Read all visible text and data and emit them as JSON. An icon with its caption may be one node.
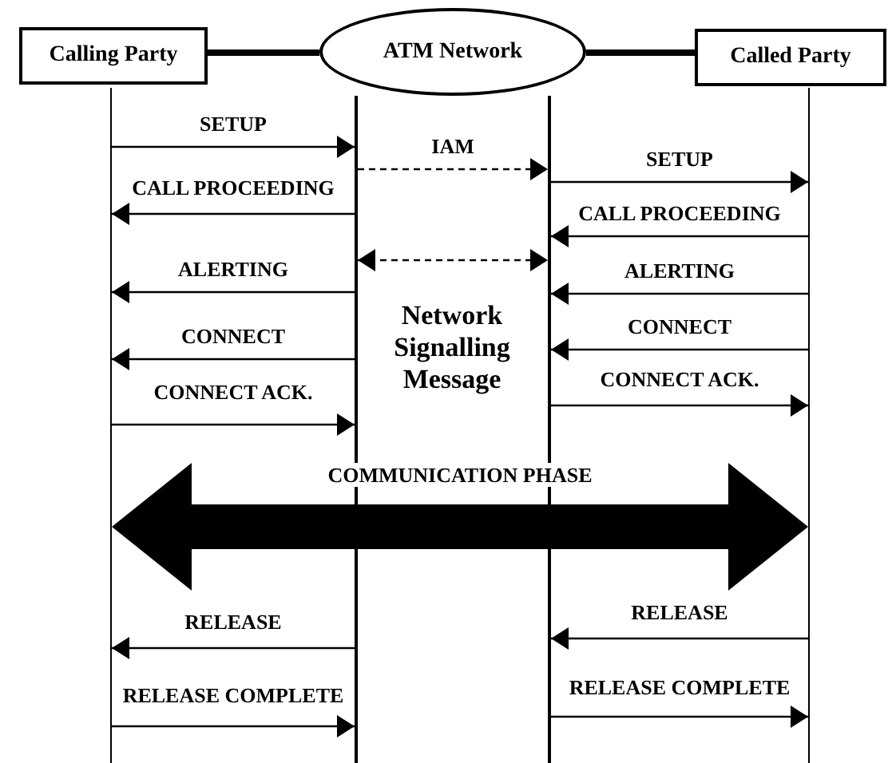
{
  "diagram": {
    "nodes": [
      {
        "text": [
          "Calling Party"
        ]
      },
      {
        "text": [
          "ATM Network"
        ]
      },
      {
        "text": [
          "Called Party"
        ]
      },
      {
        "text": [],
        "shape": "line"
      },
      {
        "text": [],
        "shape": "line"
      },
      {
        "text": [],
        "shape": "line"
      },
      {
        "text": [],
        "shape": "line"
      }
    ],
    "edges": [
      {
        "from": 0,
        "to": 1,
        "arrow": "none",
        "style": "thick"
      },
      {
        "from": 1,
        "to": 2,
        "arrow": "none",
        "style": "thick"
      },
      {
        "from": 3,
        "to": 4,
        "arrow": "to",
        "label": "SETUP"
      },
      {
        "from": 4,
        "to": 5,
        "arrow": "to",
        "label": "IAM",
        "style": "dashed"
      },
      {
        "from": 5,
        "to": 6,
        "arrow": "to",
        "label": "SETUP"
      },
      {
        "from": 4,
        "to": 3,
        "arrow": "to",
        "label": "CALL PROCEEDING"
      },
      {
        "from": 6,
        "to": 5,
        "arrow": "to",
        "label": "CALL PROCEEDING"
      },
      {
        "from": 4,
        "to": 5,
        "arrow": "both",
        "style": "dashed"
      },
      {
        "from": 4,
        "to": 3,
        "arrow": "to",
        "label": "ALERTING"
      },
      {
        "from": 6,
        "to": 5,
        "arrow": "to",
        "label": "ALERTING"
      },
      {
        "from": 4,
        "to": 3,
        "arrow": "to",
        "label": "CONNECT"
      },
      {
        "from": 6,
        "to": 5,
        "arrow": "to",
        "label": "CONNECT"
      },
      {
        "from": 3,
        "to": 4,
        "arrow": "to",
        "label": "CONNECT ACK."
      },
      {
        "from": 5,
        "to": 6,
        "arrow": "to",
        "label": "CONNECT ACK."
      },
      {
        "from": 3,
        "to": 6,
        "arrow": "both",
        "label": "COMMUNICATION PHASE",
        "style": "thick"
      },
      {
        "from": 4,
        "to": 3,
        "arrow": "to",
        "label": "RELEASE"
      },
      {
        "from": 6,
        "to": 5,
        "arrow": "to",
        "label": "RELEASE"
      },
      {
        "from": 3,
        "to": 4,
        "arrow": "to",
        "label": "RELEASE COMPLETE"
      },
      {
        "from": 5,
        "to": 6,
        "arrow": "to",
        "label": "RELEASE COMPLETE"
      }
    ],
    "labels": [
      "Network Signalling Message"
    ]
  }
}
